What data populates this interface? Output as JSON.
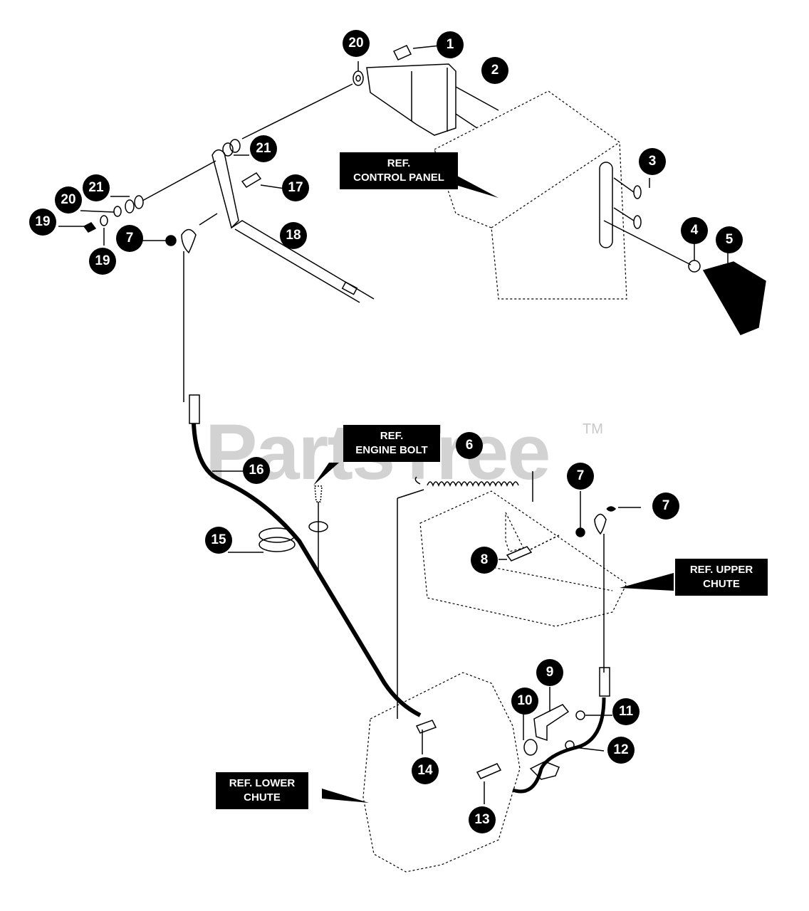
{
  "watermark": {
    "text": "PartsTree",
    "trademark": "TM"
  },
  "callouts": [
    {
      "id": "c20a",
      "label": "20"
    },
    {
      "id": "c1",
      "label": "1"
    },
    {
      "id": "c2",
      "label": "2"
    },
    {
      "id": "c21a",
      "label": "21"
    },
    {
      "id": "c3",
      "label": "3"
    },
    {
      "id": "c21b",
      "label": "21"
    },
    {
      "id": "c17",
      "label": "17"
    },
    {
      "id": "c20b",
      "label": "20"
    },
    {
      "id": "c19a",
      "label": "19"
    },
    {
      "id": "c7a",
      "label": "7"
    },
    {
      "id": "c19b",
      "label": "19"
    },
    {
      "id": "c18",
      "label": "18"
    },
    {
      "id": "c4",
      "label": "4"
    },
    {
      "id": "c5",
      "label": "5"
    },
    {
      "id": "c6",
      "label": "6"
    },
    {
      "id": "c16",
      "label": "16"
    },
    {
      "id": "c7b",
      "label": "7"
    },
    {
      "id": "c7c",
      "label": "7"
    },
    {
      "id": "c15",
      "label": "15"
    },
    {
      "id": "c8",
      "label": "8"
    },
    {
      "id": "c9",
      "label": "9"
    },
    {
      "id": "c10",
      "label": "10"
    },
    {
      "id": "c11",
      "label": "11"
    },
    {
      "id": "c12",
      "label": "12"
    },
    {
      "id": "c14",
      "label": "14"
    },
    {
      "id": "c13",
      "label": "13"
    }
  ],
  "references": {
    "control_panel": "REF.\nCONTROL PANEL",
    "engine_bolt": "REF.\nENGINE BOLT",
    "upper_chute": "REF. UPPER\nCHUTE",
    "lower_chute": "REF. LOWER\nCHUTE"
  }
}
